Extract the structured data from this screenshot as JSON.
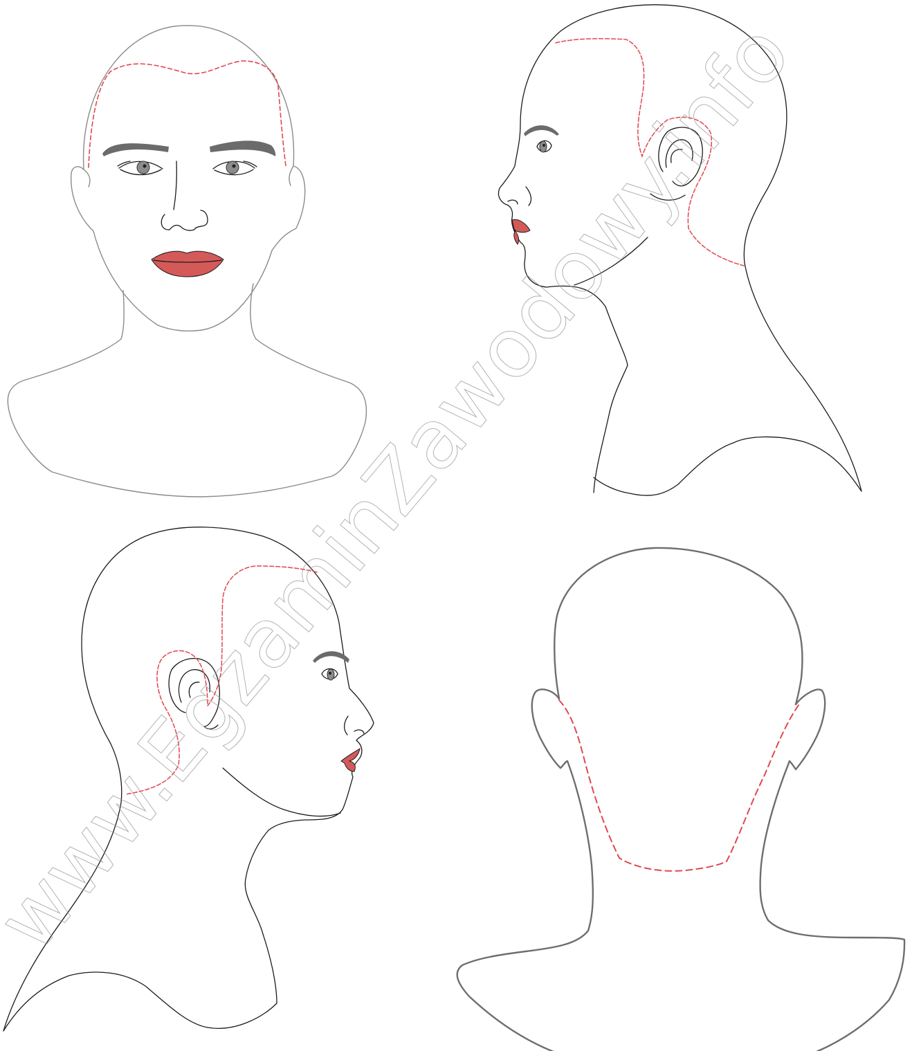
{
  "watermark": {
    "text": "www.EgzaminZawodowy.info"
  },
  "colors": {
    "hairline": "#e0474f",
    "lips": "#d45a5a",
    "outline_dark": "#1a1a1a",
    "outline_grey": "#8a8a8a",
    "brows": "#6b6b6b",
    "iris": "#8c8c8c"
  },
  "views": [
    {
      "id": "front",
      "icon": "front-view-head-icon"
    },
    {
      "id": "right-profile",
      "icon": "right-profile-head-icon"
    },
    {
      "id": "left-profile",
      "icon": "left-profile-head-icon"
    },
    {
      "id": "back",
      "icon": "back-view-head-icon"
    }
  ]
}
